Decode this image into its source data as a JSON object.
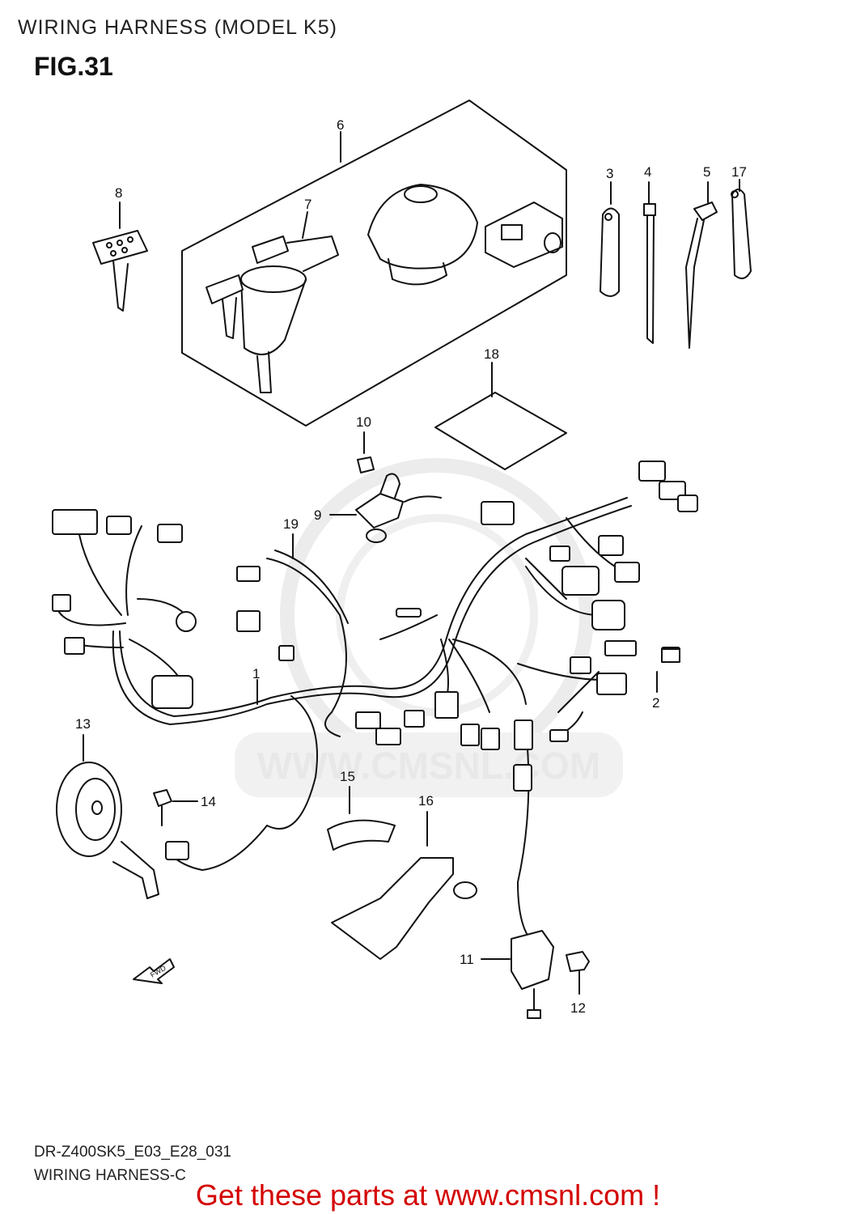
{
  "header": {
    "title": "WIRING HARNESS (MODEL K5)",
    "figure": "FIG.31"
  },
  "watermark": {
    "text": "WWW.CMSNL.COM"
  },
  "callouts": {
    "c1": "1",
    "c2": "2",
    "c3": "3",
    "c4": "4",
    "c5": "5",
    "c6": "6",
    "c7": "7",
    "c8": "8",
    "c9": "9",
    "c10": "10",
    "c11": "11",
    "c12": "12",
    "c13": "13",
    "c14": "14",
    "c15": "15",
    "c16": "16",
    "c17": "17",
    "c18": "18",
    "c19": "19"
  },
  "fwd_label": "FWD",
  "footer": {
    "code": "DR-Z400SK5_E03_E28_031",
    "name": "WIRING HARNESS-C"
  },
  "cta": {
    "text": "Get these parts at www.cmsnl.com !",
    "color": "#d40000"
  }
}
